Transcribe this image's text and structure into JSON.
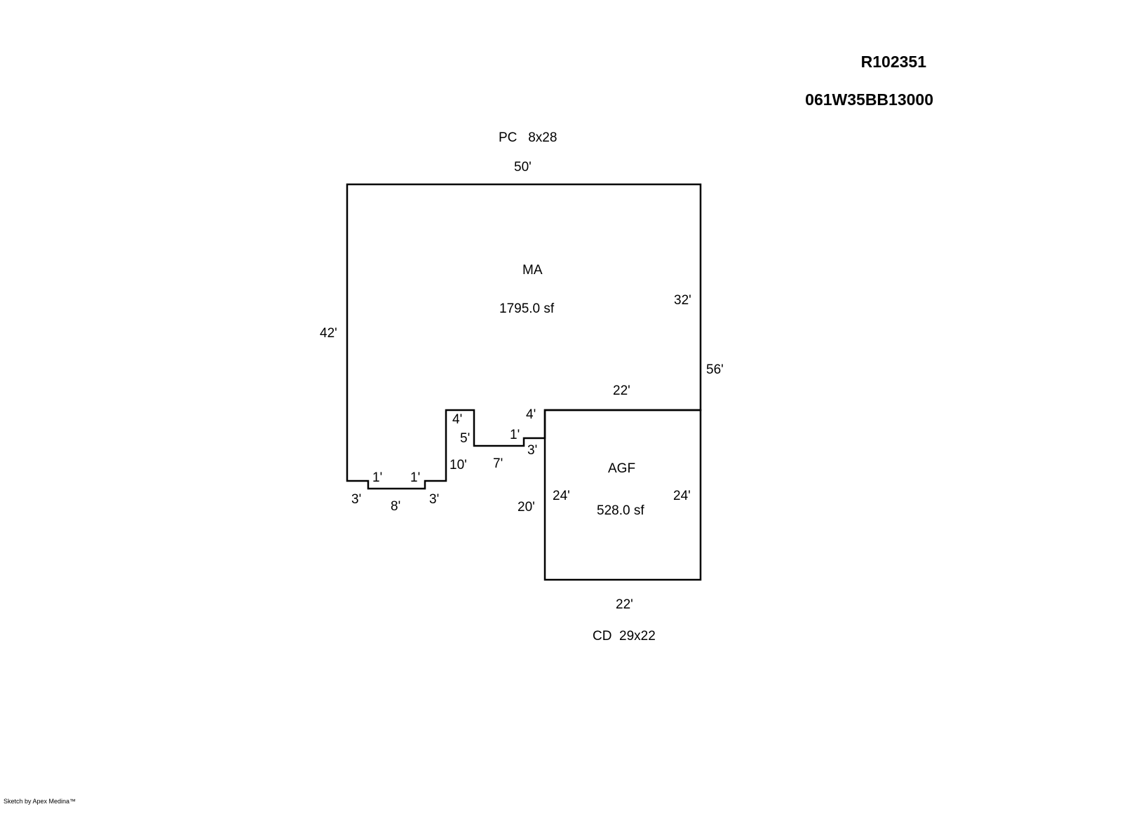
{
  "header": {
    "parcel_id": "R102351",
    "map_number": "061W35BB13000"
  },
  "annotations": {
    "porch": "PC   8x28",
    "deck": "CD  29x22"
  },
  "areas": {
    "main": {
      "code": "MA",
      "size": "1795.0 sf"
    },
    "garage": {
      "code": "AGF",
      "size": "528.0 sf"
    }
  },
  "dimensions": {
    "top": "50'",
    "left": "42'",
    "right_upper": "32'",
    "right_total": "56'",
    "ma_notch_bottom": "22'",
    "step_left_1": "1'",
    "step_right_1": "1'",
    "step_left_3": "3'",
    "bottom_8": "8'",
    "step_right_3": "3'",
    "jog_10": "10'",
    "jog_4": "4'",
    "jog_5": "5'",
    "jog_7": "7'",
    "jog_1": "1'",
    "jog_3": "3'",
    "garage_4": "4'",
    "garage_20": "20'",
    "garage_left": "24'",
    "garage_right": "24'",
    "garage_bottom": "22'"
  },
  "footer": {
    "credit": "Sketch by Apex Medina™"
  },
  "colors": {
    "line": "#000000",
    "background": "#ffffff"
  }
}
